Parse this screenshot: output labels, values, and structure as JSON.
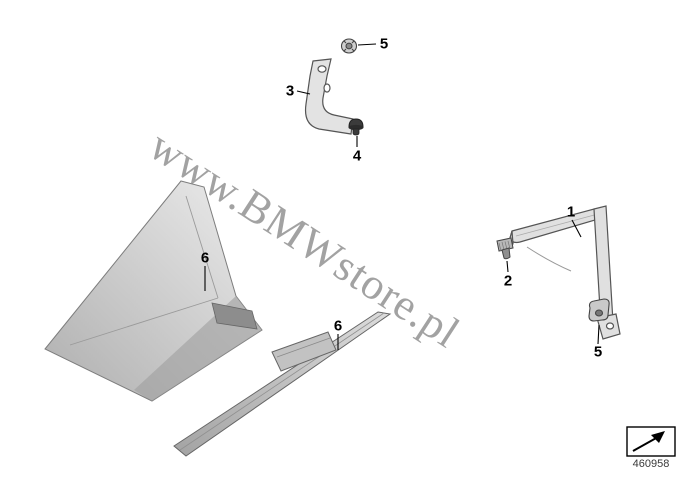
{
  "diagram": {
    "watermark": "www.BMWstore.pl",
    "image_code": "460958",
    "callouts": [
      {
        "label": "5"
      },
      {
        "label": "3"
      },
      {
        "label": "4"
      },
      {
        "label": "1"
      },
      {
        "label": "2"
      },
      {
        "label": "5"
      },
      {
        "label": "6"
      },
      {
        "label": "6"
      }
    ]
  }
}
